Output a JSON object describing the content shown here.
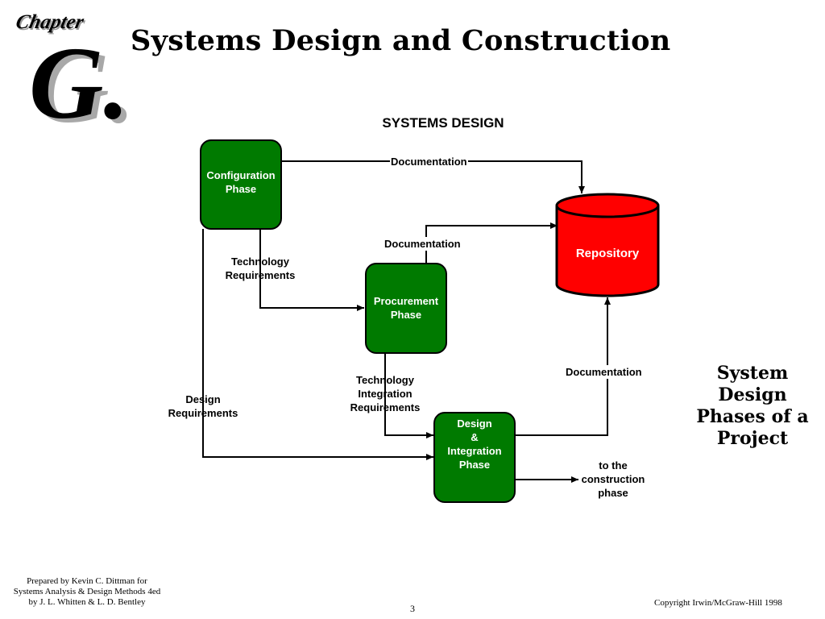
{
  "header": {
    "chapter_word": "Chapter",
    "chapter_letter": "G.",
    "title": "Systems Design and Construction"
  },
  "diagram": {
    "title": "SYSTEMS DESIGN",
    "nodes": {
      "configuration": {
        "line1": "Configuration",
        "line2": "Phase",
        "color": "#007a00"
      },
      "procurement": {
        "line1": "Procurement",
        "line2": "Phase",
        "color": "#007a00"
      },
      "design_integration": {
        "line1": "Design",
        "line2": "&",
        "line3": "Integration",
        "line4": "Phase",
        "color": "#007a00"
      },
      "repository": {
        "label": "Repository",
        "color": "#ff0000"
      }
    },
    "edges": {
      "doc_top": "Documentation",
      "doc_procurement": "Documentation",
      "doc_design": "Documentation",
      "tech_req": {
        "line1": "Technology",
        "line2": "Requirements"
      },
      "tech_int_req": {
        "line1": "Technology",
        "line2": "Integration",
        "line3": "Requirements"
      },
      "design_req": {
        "line1": "Design",
        "line2": "Requirements"
      },
      "to_construction": {
        "line1": "to the",
        "line2": "construction",
        "line3": "phase"
      }
    }
  },
  "side_title": {
    "line1": "System",
    "line2": "Design",
    "line3": "Phases of a",
    "line4": "Project"
  },
  "footer": {
    "prepared_line1": "Prepared by Kevin C. Dittman for",
    "prepared_line2": "Systems Analysis & Design Methods 4ed",
    "prepared_line3": "by J. L. Whitten & L. D. Bentley",
    "page_number": "3",
    "copyright": "Copyright Irwin/McGraw-Hill 1998"
  }
}
